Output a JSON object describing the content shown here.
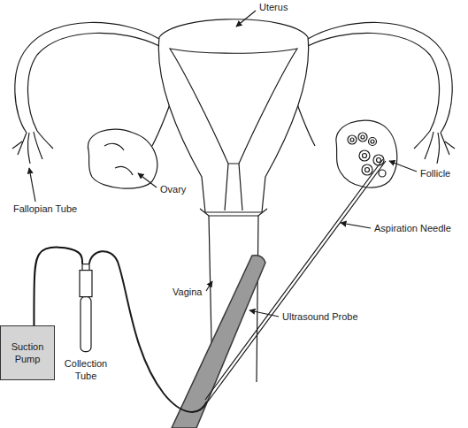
{
  "diagram": {
    "nodes": [
      {
        "text": [
          "Suction Pump"
        ]
      },
      {
        "text": [
          "Collection Tube"
        ]
      }
    ],
    "edges": [
      {
        "from": 0,
        "to": 1,
        "arrow": "none"
      }
    ],
    "labels": [
      "Uterus",
      "Ovary",
      "Fallopian Tube",
      "Follicle",
      "Aspiration Needle",
      "Vagina",
      "Ultrasound Probe"
    ]
  }
}
